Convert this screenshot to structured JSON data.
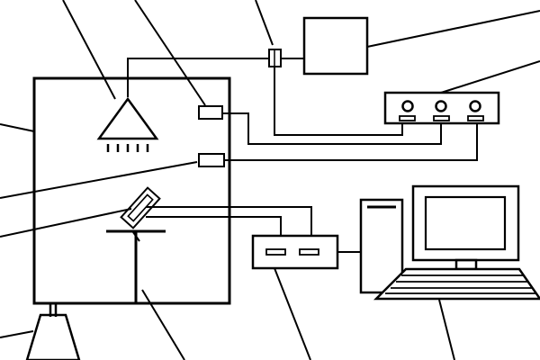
{
  "diagram": {
    "labels": [],
    "colors": {
      "line": "#000000",
      "fill": "#ffffff"
    },
    "components": [
      {
        "id": "test-chamber",
        "icon": "chamber-box"
      },
      {
        "id": "spray-nozzle",
        "icon": "nozzle-icon"
      },
      {
        "id": "upper-sensor",
        "icon": "sensor-icon"
      },
      {
        "id": "lower-sensor",
        "icon": "sensor-icon"
      },
      {
        "id": "specimen-holder",
        "icon": "tilted-specimen-icon"
      },
      {
        "id": "stand-table",
        "icon": "table-icon"
      },
      {
        "id": "controller-box",
        "icon": "box-icon"
      },
      {
        "id": "meter-panel",
        "icon": "three-dial-panel-icon"
      },
      {
        "id": "valve",
        "icon": "valve-icon"
      },
      {
        "id": "data-acquisition-unit",
        "icon": "daq-icon"
      },
      {
        "id": "computer",
        "icon": "computer-icon"
      },
      {
        "id": "flask",
        "icon": "flask-icon"
      }
    ]
  }
}
